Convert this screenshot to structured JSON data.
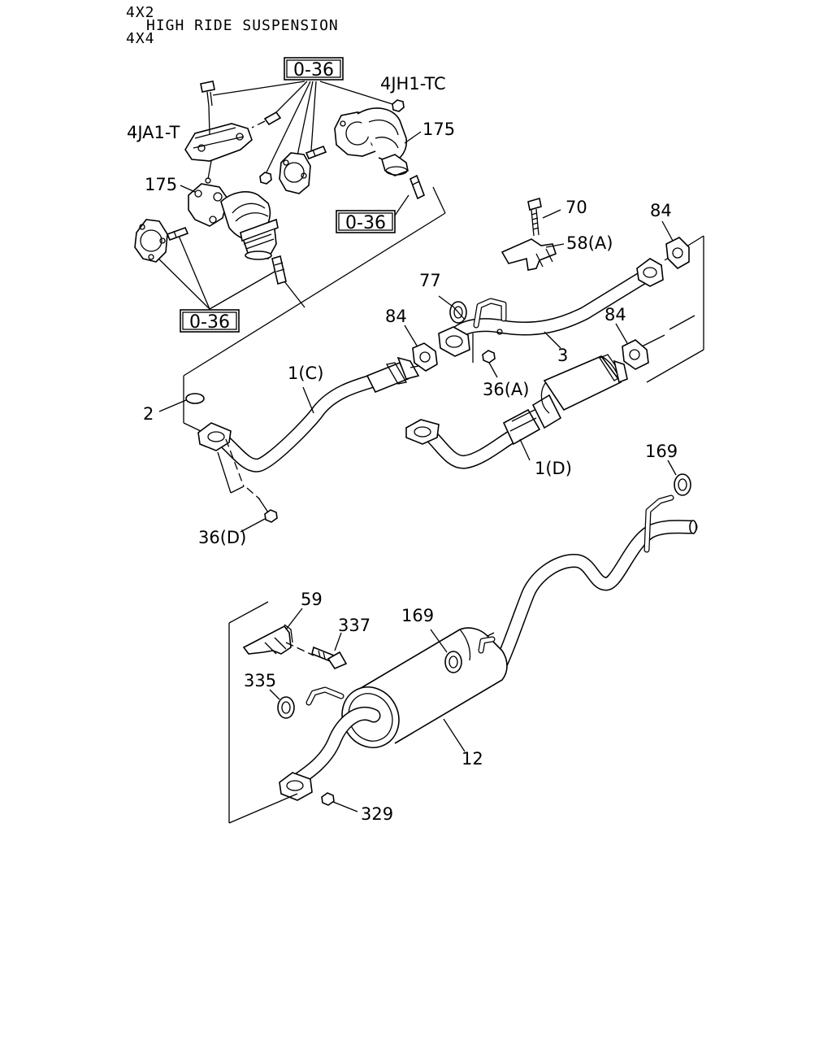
{
  "header": {
    "line1": "4X2",
    "line2": "HIGH RIDE SUSPENSION",
    "line3": "4X4"
  },
  "labels": {
    "ref_top": "0-36",
    "ref_mid": "0-36",
    "ref_left": "0-36",
    "engine_a": "4JA1-T",
    "engine_b": "4JH1-TC",
    "p175_left": "175",
    "p175_right": "175",
    "p70": "70",
    "p84_top": "84",
    "p58a": "58(A)",
    "p77": "77",
    "p84_mid": "84",
    "p84_right": "84",
    "p3": "3",
    "p36a": "36(A)",
    "p1c": "1(C)",
    "p2": "2",
    "p1d": "1(D)",
    "p36d": "36(D)",
    "p169_top": "169",
    "p59": "59",
    "p337": "337",
    "p169_mid": "169",
    "p335": "335",
    "p12": "12",
    "p329": "329"
  }
}
